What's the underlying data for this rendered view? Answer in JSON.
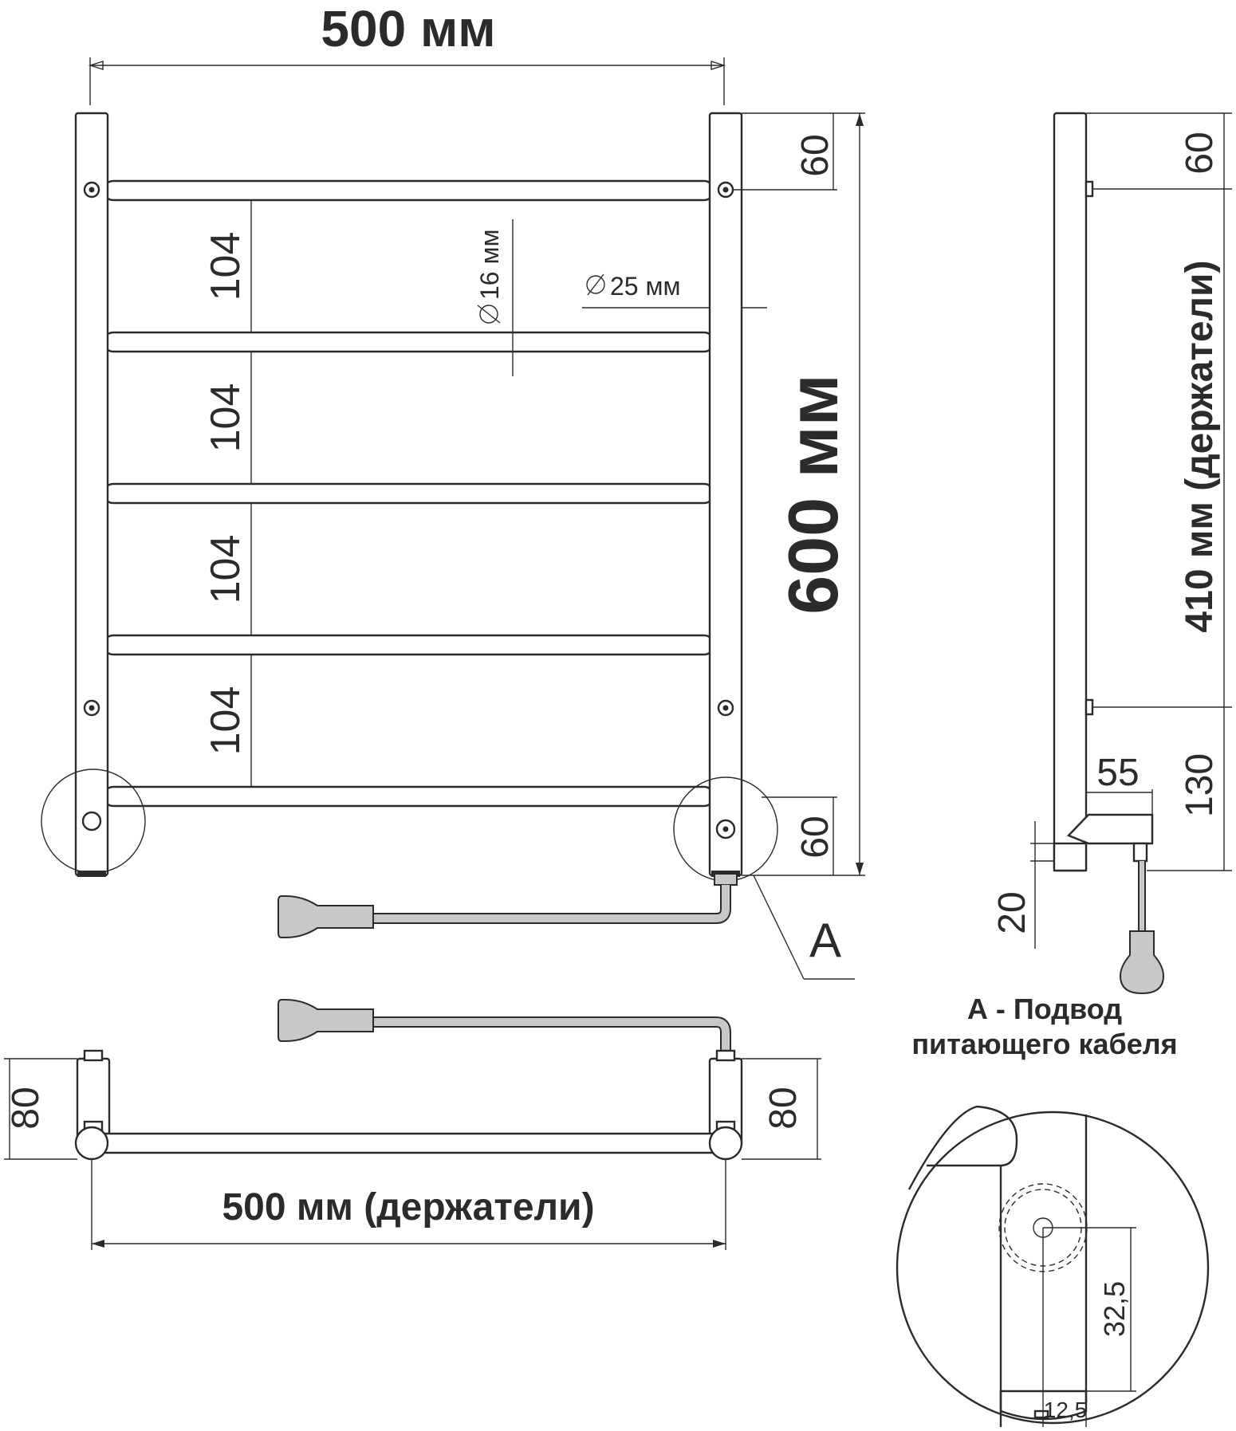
{
  "front_view": {
    "width_label": "500 мм",
    "height_label": "600 мм",
    "spacing_labels": [
      "104",
      "104",
      "104",
      "104"
    ],
    "top_offset_label": "60",
    "bottom_offset_label": "60",
    "rung_diameter_label": "16 мм",
    "rail_diameter_label": "25 мм",
    "callout_label": "А"
  },
  "side_view": {
    "top_label": "60",
    "holders_label": "410 мм (держатели)",
    "bottom_label": "130",
    "connector_label": "55",
    "base_label": "20"
  },
  "top_view": {
    "left_depth_label": "80",
    "right_depth_label": "80",
    "holders_width_label": "500 мм (держатели)"
  },
  "detail": {
    "title_line1": "А - Подвод",
    "title_line2": "питающего кабеля",
    "vertical_label": "32,5",
    "horizontal_label": "12,5"
  },
  "colors": {
    "line": "#2b2b2b",
    "cable": "#c8c8c8",
    "background": "#ffffff"
  }
}
